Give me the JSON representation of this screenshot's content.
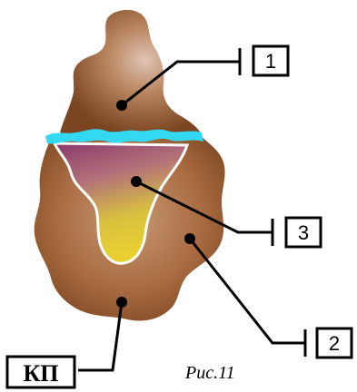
{
  "labels": {
    "label_1": "1",
    "label_2": "2",
    "label_3": "3",
    "label_kp": "КП"
  },
  "caption": "Рис.11",
  "colors": {
    "body_light": "#c89a74",
    "body_dark": "#7a4520",
    "highlight": "#e0c4b4",
    "cyan_band": "#33d9f0",
    "yellow": "#e8d030",
    "purple": "#8a3a6a",
    "white_outline": "#ffffff",
    "line": "#000000"
  }
}
